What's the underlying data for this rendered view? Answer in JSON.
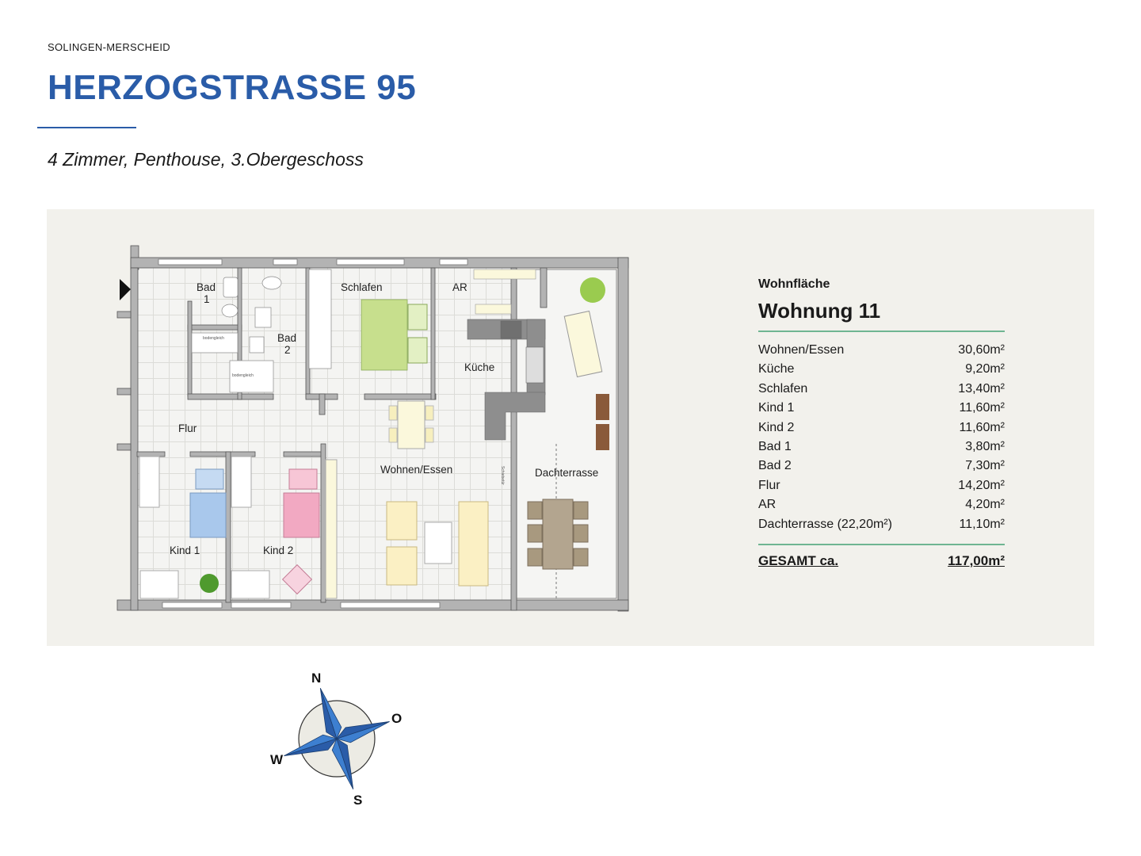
{
  "header": {
    "location": "SOLINGEN-MERSCHEID",
    "title": "HERZOGSTRASSE 95",
    "subtitle": "4 Zimmer, Penthouse, 3.Obergeschoss"
  },
  "colors": {
    "accent": "#2a5ca8",
    "rule": "#6fb592",
    "panel": "#f2f1ec"
  },
  "floorplan": {
    "rooms": {
      "bad1": "Bad\n1",
      "bad1_a": "Bad",
      "bad1_b": "1",
      "bad2_a": "Bad",
      "bad2_b": "2",
      "schlafen": "Schlafen",
      "ar": "AR",
      "kueche": "Küche",
      "flur": "Flur",
      "kind1": "Kind 1",
      "kind2": "Kind 2",
      "wohnen": "Wohnen/Essen",
      "dachterrasse": "Dachterrasse"
    },
    "notes": {
      "shower": "bodengleich",
      "door": "Schiebetür"
    }
  },
  "area": {
    "kicker": "Wohnfläche",
    "title": "Wohnung 11",
    "rows": [
      {
        "room": "Wohnen/Essen",
        "size": "30,60m²"
      },
      {
        "room": "Küche",
        "size": "9,20m²"
      },
      {
        "room": "Schlafen",
        "size": "13,40m²"
      },
      {
        "room": "Kind 1",
        "size": "11,60m²"
      },
      {
        "room": "Kind 2",
        "size": "11,60m²"
      },
      {
        "room": "Bad 1",
        "size": "3,80m²"
      },
      {
        "room": "Bad 2",
        "size": "7,30m²"
      },
      {
        "room": "Flur",
        "size": "14,20m²"
      },
      {
        "room": "AR",
        "size": "4,20m²"
      },
      {
        "room": "Dachterrasse (22,20m²)",
        "size": "11,10m²"
      }
    ],
    "total_label": "GESAMT ca.",
    "total_value": "117,00m²"
  },
  "compass": {
    "n": "N",
    "o": "O",
    "s": "S",
    "w": "W"
  }
}
